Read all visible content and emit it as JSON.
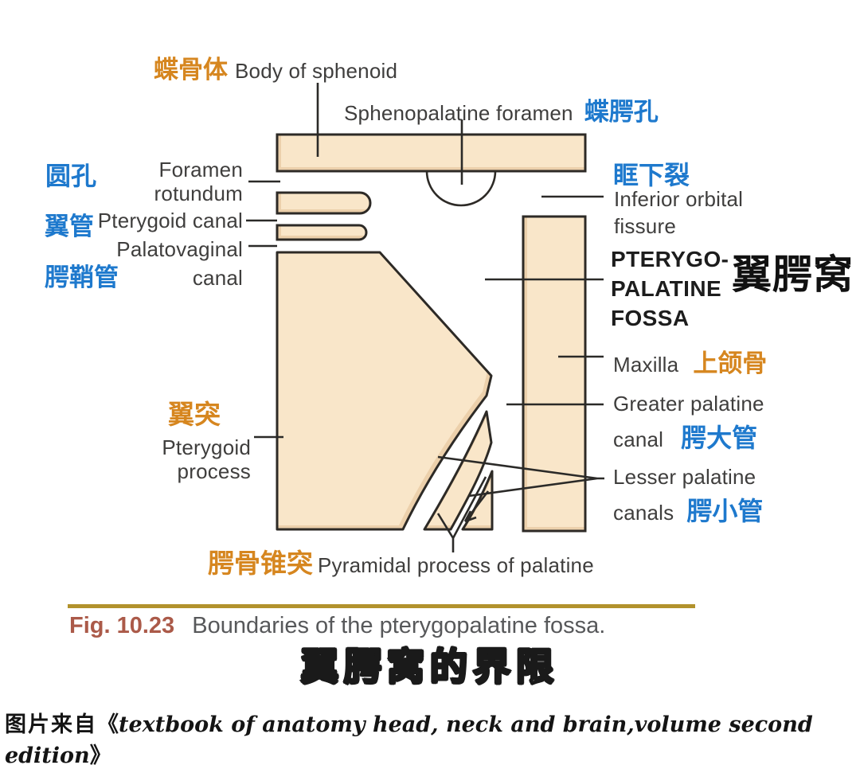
{
  "colors": {
    "accent_blue": "#1e79cd",
    "accent_orange": "#d6861f",
    "bone_fill": "#f9e6c9",
    "bone_shade": "#ecd0ab",
    "outline": "#2d2a26",
    "label_text": "#3f3e3d",
    "fossa_black": "#111111",
    "caption_fig_red": "#ab5a49",
    "caption_gray": "#57585a",
    "gold_rule": "#b2922c"
  },
  "diagram": {
    "body_of_sphenoid": {
      "zh": "蝶骨体",
      "en": "Body of sphenoid"
    },
    "sphenopalatine_foramen": {
      "en": "Sphenopalatine foramen",
      "zh": "蝶腭孔"
    },
    "foramen_rotundum": {
      "zh": "圆孔",
      "en_line1": "Foramen",
      "en_line2": "rotundum"
    },
    "pterygoid_canal": {
      "zh": "翼管",
      "en": "Pterygoid canal"
    },
    "palatovaginal_canal": {
      "zh": "腭鞘管",
      "en_line1": "Palatovaginal",
      "en_line2": "canal"
    },
    "inferior_orbital_fissure": {
      "zh": "眶下裂",
      "en_line1": "Inferior orbital",
      "en_line2": "fissure"
    },
    "pterygopalatine_fossa": {
      "en_line1": "PTERYGO-",
      "en_line2": "PALATINE",
      "en_line3": "FOSSA",
      "zh": "翼腭窝"
    },
    "maxilla": {
      "en": "Maxilla",
      "zh": "上颌骨"
    },
    "greater_palatine_canal": {
      "en_line1": "Greater palatine",
      "en_line2": "canal",
      "zh": "腭大管"
    },
    "lesser_palatine_canals": {
      "en_line1": "Lesser palatine",
      "en_line2": "canals",
      "zh": "腭小管"
    },
    "pterygoid_process": {
      "zh": "翼突",
      "en_line1": "Pterygoid",
      "en_line2": "process"
    },
    "pyramidal_process": {
      "zh": "腭骨锥突",
      "en": "Pyramidal process of palatine"
    }
  },
  "caption": {
    "fig": "Fig. 10.23",
    "text": "Boundaries of the pterygopalatine fossa.",
    "subtitle_zh": "翼腭窝的界限"
  },
  "source": {
    "prefix_zh": "图片来自",
    "bracket_open": "《",
    "book_title": "textbook of anatomy head, neck and brain,volume second edition",
    "bracket_close": "》"
  }
}
